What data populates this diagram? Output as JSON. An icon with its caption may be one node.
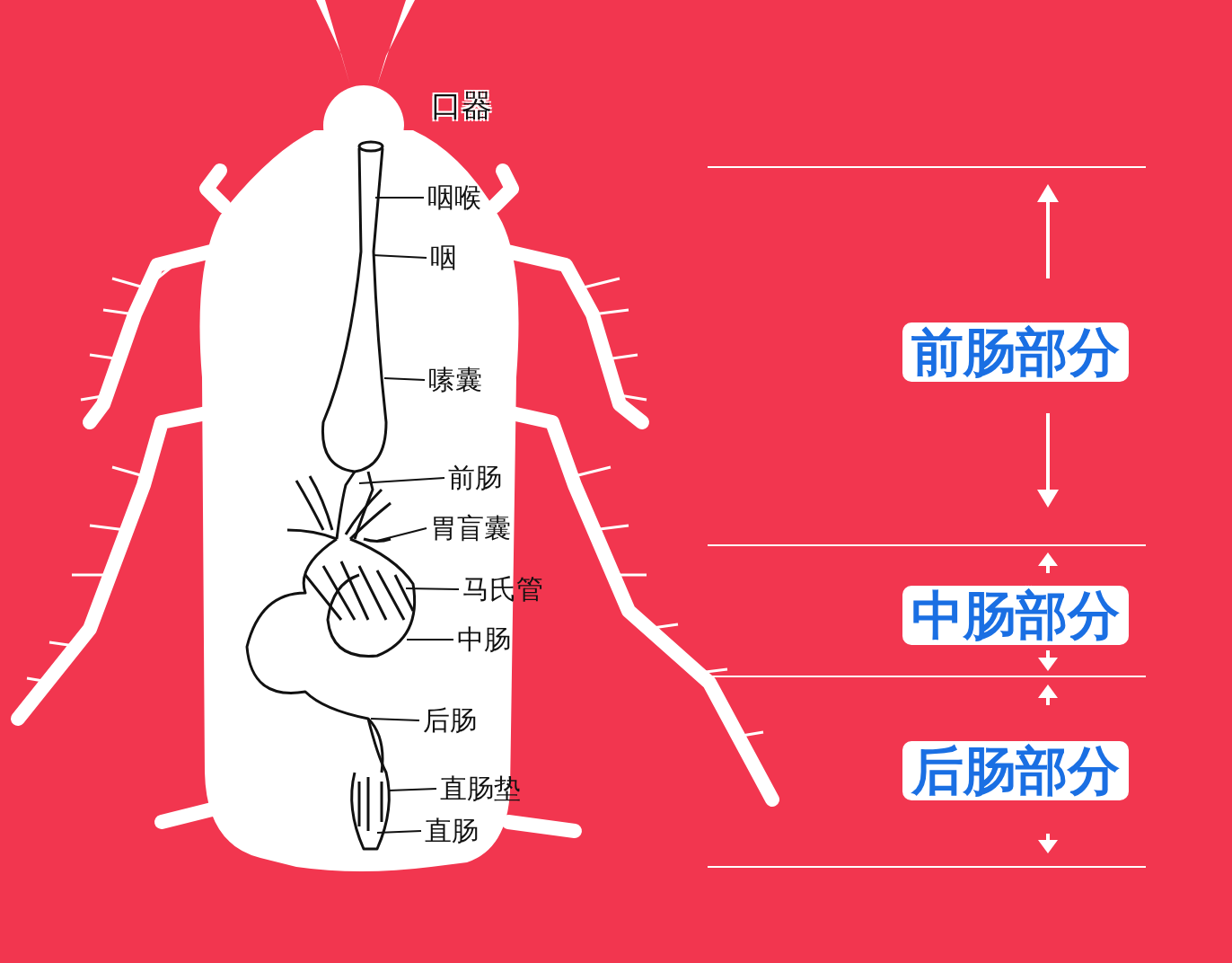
{
  "diagram": {
    "nodes": [
      {
        "text": [
          "咽喉"
        ]
      },
      {
        "text": [
          "咽"
        ]
      },
      {
        "text": [
          "嗉囊"
        ]
      },
      {
        "text": [
          "前肠"
        ]
      },
      {
        "text": [
          "胃盲囊"
        ]
      },
      {
        "text": [
          "马氏管"
        ]
      },
      {
        "text": [
          "中肠"
        ]
      },
      {
        "text": [
          "后肠"
        ]
      },
      {
        "text": [
          "直肠垫"
        ]
      },
      {
        "text": [
          "直肠"
        ]
      }
    ],
    "edges": [
      {
        "from": 0,
        "to": null,
        "arrow": "none"
      },
      {
        "from": 1,
        "to": null,
        "arrow": "none"
      },
      {
        "from": 2,
        "to": null,
        "arrow": "none"
      },
      {
        "from": 3,
        "to": null,
        "arrow": "none"
      },
      {
        "from": 4,
        "to": null,
        "arrow": "none"
      },
      {
        "from": 5,
        "to": null,
        "arrow": "none"
      },
      {
        "from": 6,
        "to": null,
        "arrow": "none"
      },
      {
        "from": 7,
        "to": null,
        "arrow": "none"
      },
      {
        "from": 8,
        "to": null,
        "arrow": "none"
      },
      {
        "from": 9,
        "to": null,
        "arrow": "none"
      }
    ],
    "labels": [
      "口器",
      "前肠部分",
      "中肠部分",
      "后肠部分"
    ]
  }
}
